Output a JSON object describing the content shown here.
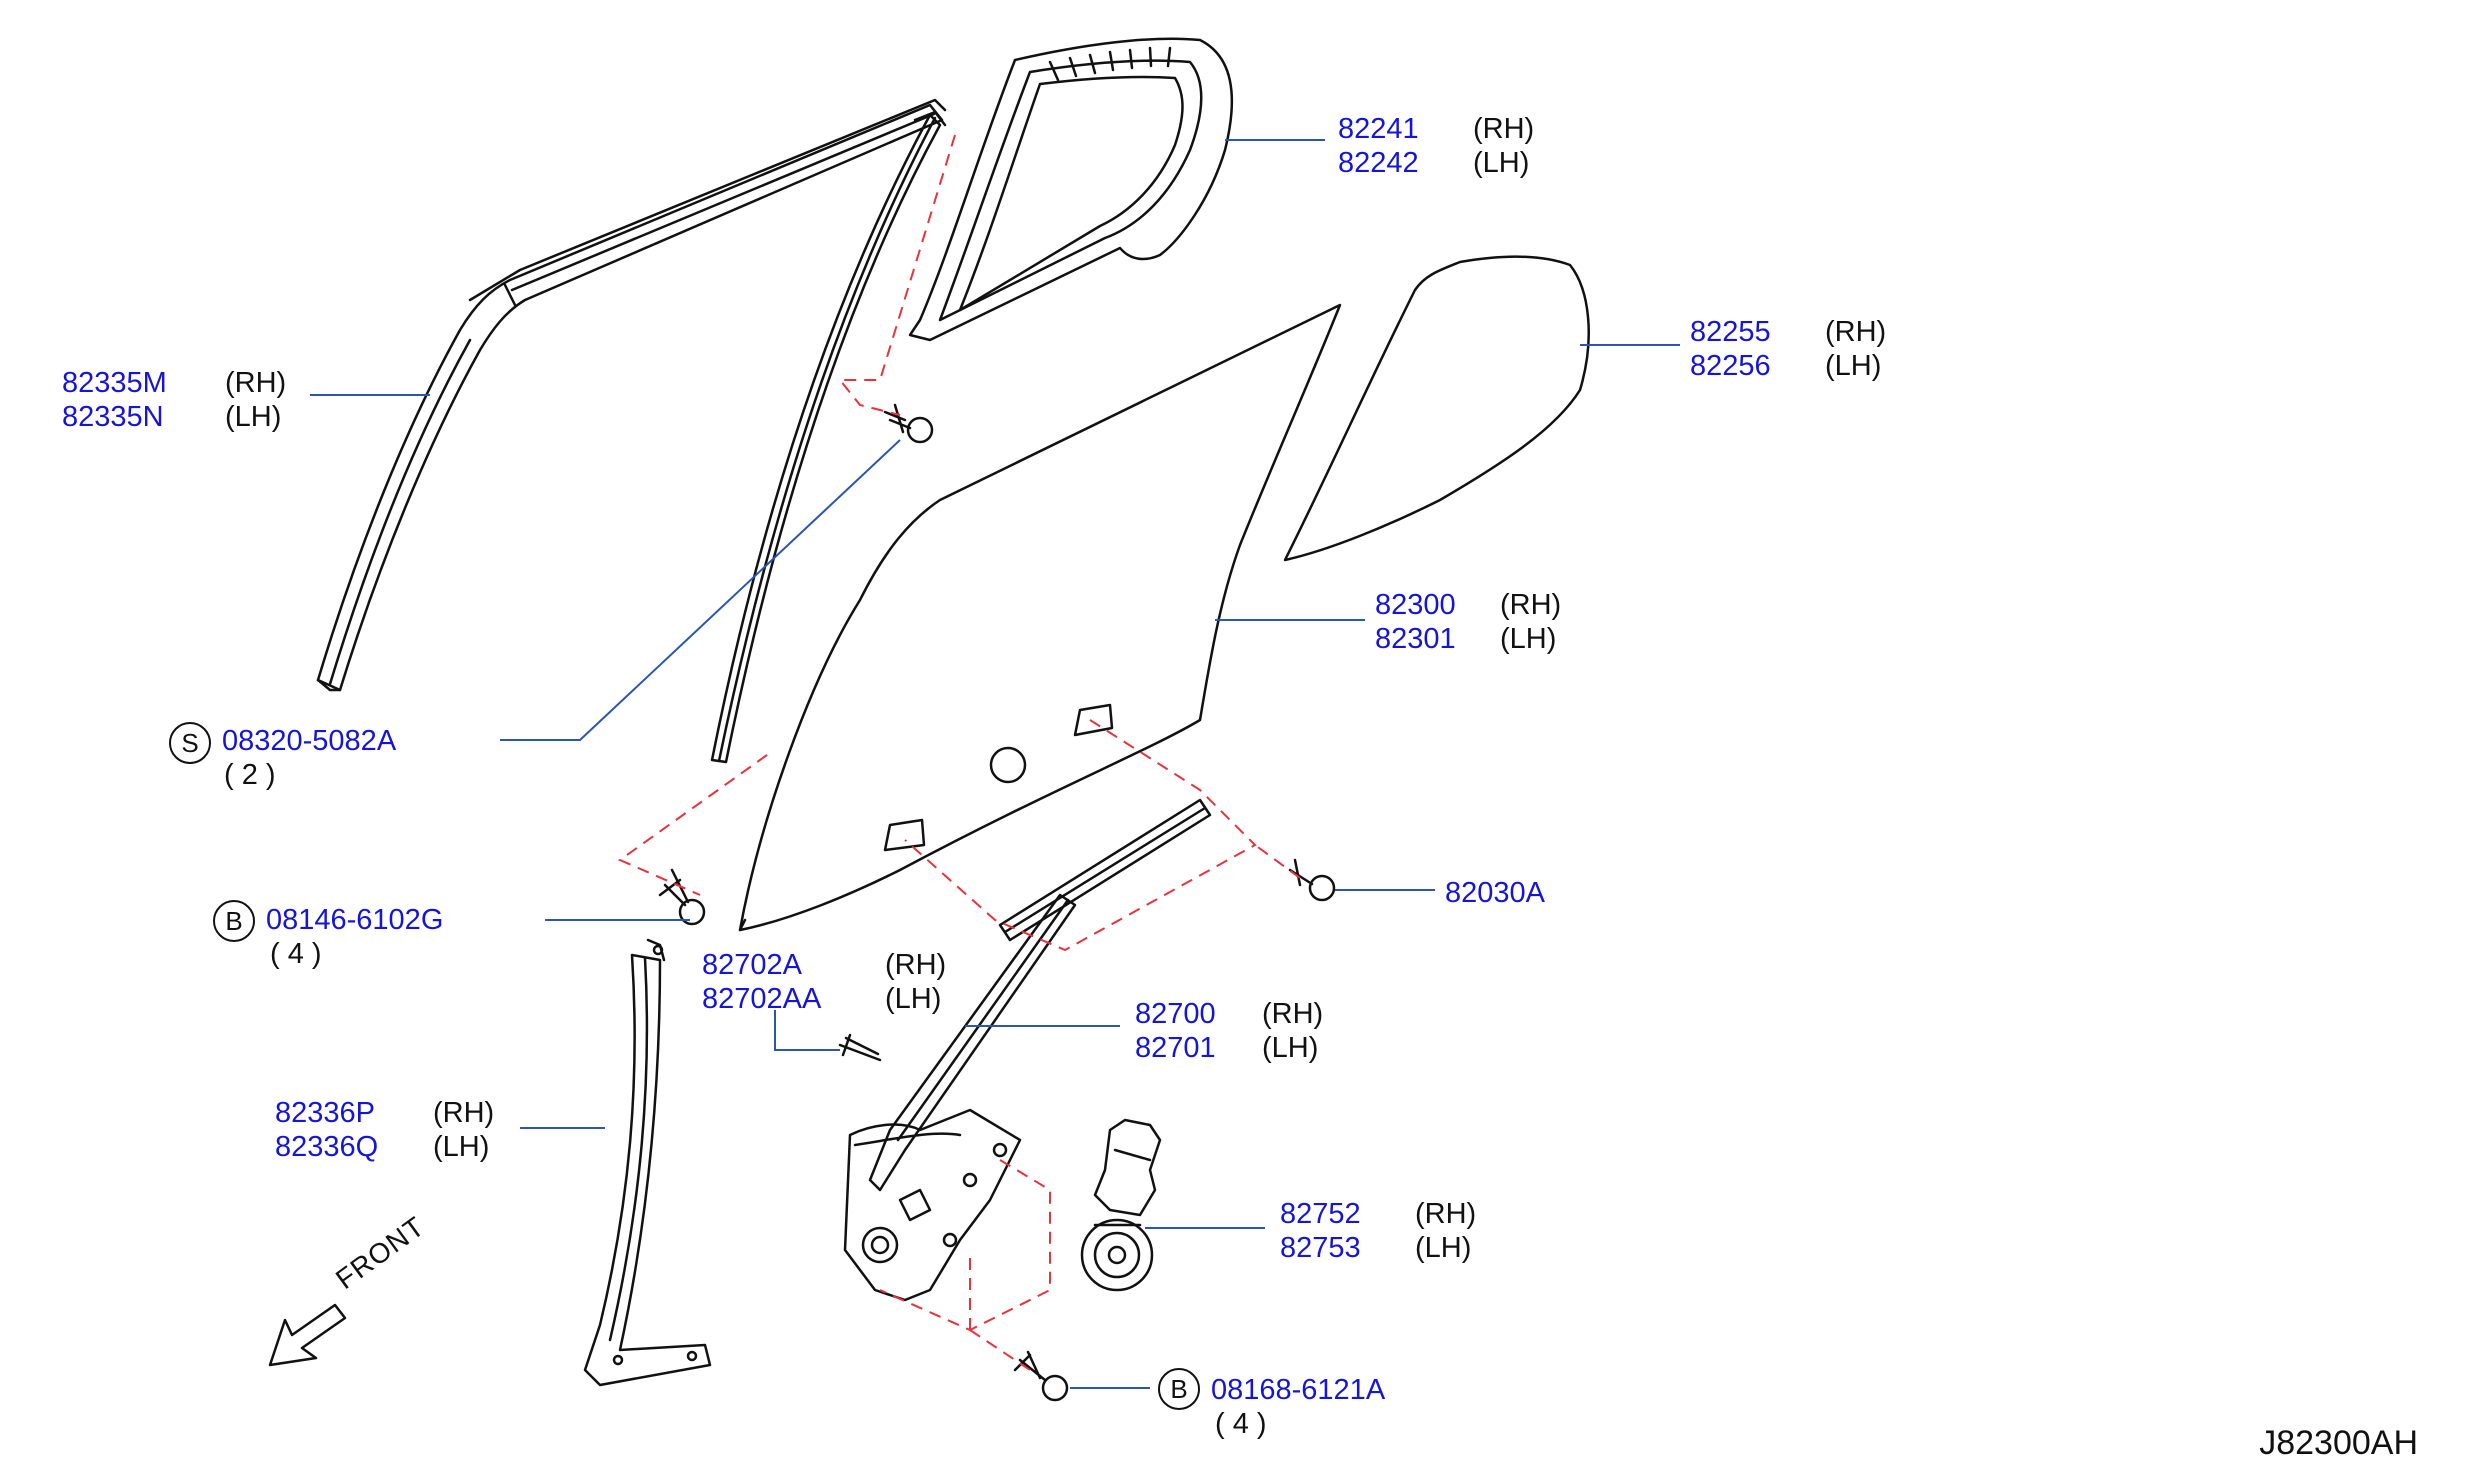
{
  "diagram_code": "J82300AH",
  "direction_label": "FRONT",
  "colors": {
    "part_number": "#1515d8",
    "leader": "#2a55b0",
    "dashed": "#e8323c",
    "outline": "#111111"
  },
  "parts": [
    {
      "id": "82241",
      "rh": "82241",
      "rh_side": "(RH)",
      "lh": "82242",
      "lh_side": "(LH)"
    },
    {
      "id": "82255",
      "rh": "82255",
      "rh_side": "(RH)",
      "lh": "82256",
      "lh_side": "(LH)"
    },
    {
      "id": "82335",
      "rh": "82335M",
      "rh_side": "(RH)",
      "lh": "82335N",
      "lh_side": "(LH)"
    },
    {
      "id": "82300",
      "rh": "82300",
      "rh_side": "(RH)",
      "lh": "82301",
      "lh_side": "(LH)"
    },
    {
      "id": "82702",
      "rh": "82702A",
      "rh_side": "(RH)",
      "lh": "82702AA",
      "lh_side": "(LH)"
    },
    {
      "id": "82700",
      "rh": "82700",
      "rh_side": "(RH)",
      "lh": "82701",
      "lh_side": "(LH)"
    },
    {
      "id": "82336",
      "rh": "82336P",
      "rh_side": "(RH)",
      "lh": "82336Q",
      "lh_side": "(LH)"
    },
    {
      "id": "82752",
      "rh": "82752",
      "rh_side": "(RH)",
      "lh": "82753",
      "lh_side": "(LH)"
    }
  ],
  "fasteners": [
    {
      "id": "screw-s",
      "symbol": "S",
      "number": "08320-5082A",
      "qty": "( 2 )"
    },
    {
      "id": "bolt-b1",
      "symbol": "B",
      "number": "08146-6102G",
      "qty": "( 4 )"
    },
    {
      "id": "bolt-b2",
      "symbol": "B",
      "number": "08168-6121A",
      "qty": "( 4 )"
    },
    {
      "id": "bolt-82030",
      "number": "82030A"
    }
  ]
}
